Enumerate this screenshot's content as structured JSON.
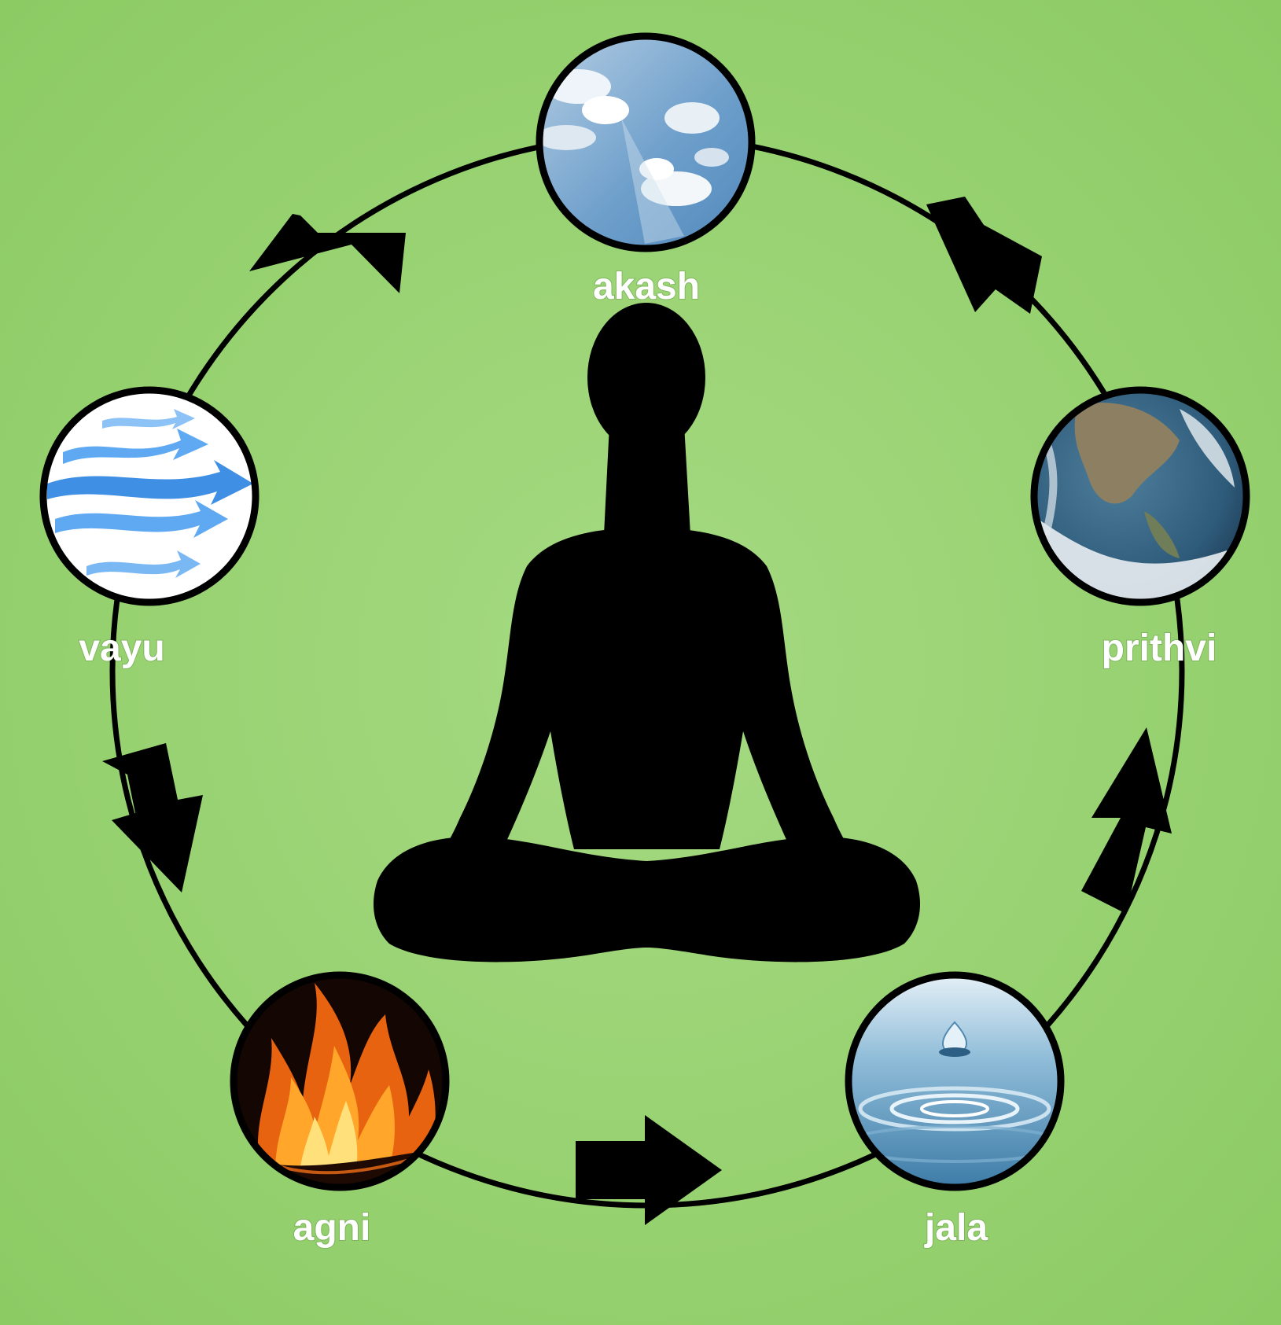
{
  "background_color": "#93cf6c",
  "elements": [
    {
      "id": "akash",
      "label": "akash",
      "icon": "sky-clouds-icon",
      "colors": [
        "#8fb6d8",
        "#dfeaf3",
        "#5a8fbf"
      ]
    },
    {
      "id": "prithvi",
      "label": "prithvi",
      "icon": "earth-globe-icon",
      "colors": [
        "#3b6d8e",
        "#e8eef2",
        "#9b8a6a"
      ]
    },
    {
      "id": "jala",
      "label": "jala",
      "icon": "water-drop-icon",
      "colors": [
        "#2f6f9c",
        "#a9cde2",
        "#e6f1f7"
      ]
    },
    {
      "id": "agni",
      "label": "agni",
      "icon": "fire-flame-icon",
      "colors": [
        "#1a0a03",
        "#e56a12",
        "#ffcf4a"
      ]
    },
    {
      "id": "vayu",
      "label": "vayu",
      "icon": "wind-arrows-icon",
      "colors": [
        "#ffffff",
        "#5aa7f0",
        "#2a78d8"
      ]
    }
  ],
  "center_figure": {
    "icon": "meditating-person-silhouette-icon",
    "color": "#000000"
  },
  "cycle_direction": "counter-clockwise"
}
